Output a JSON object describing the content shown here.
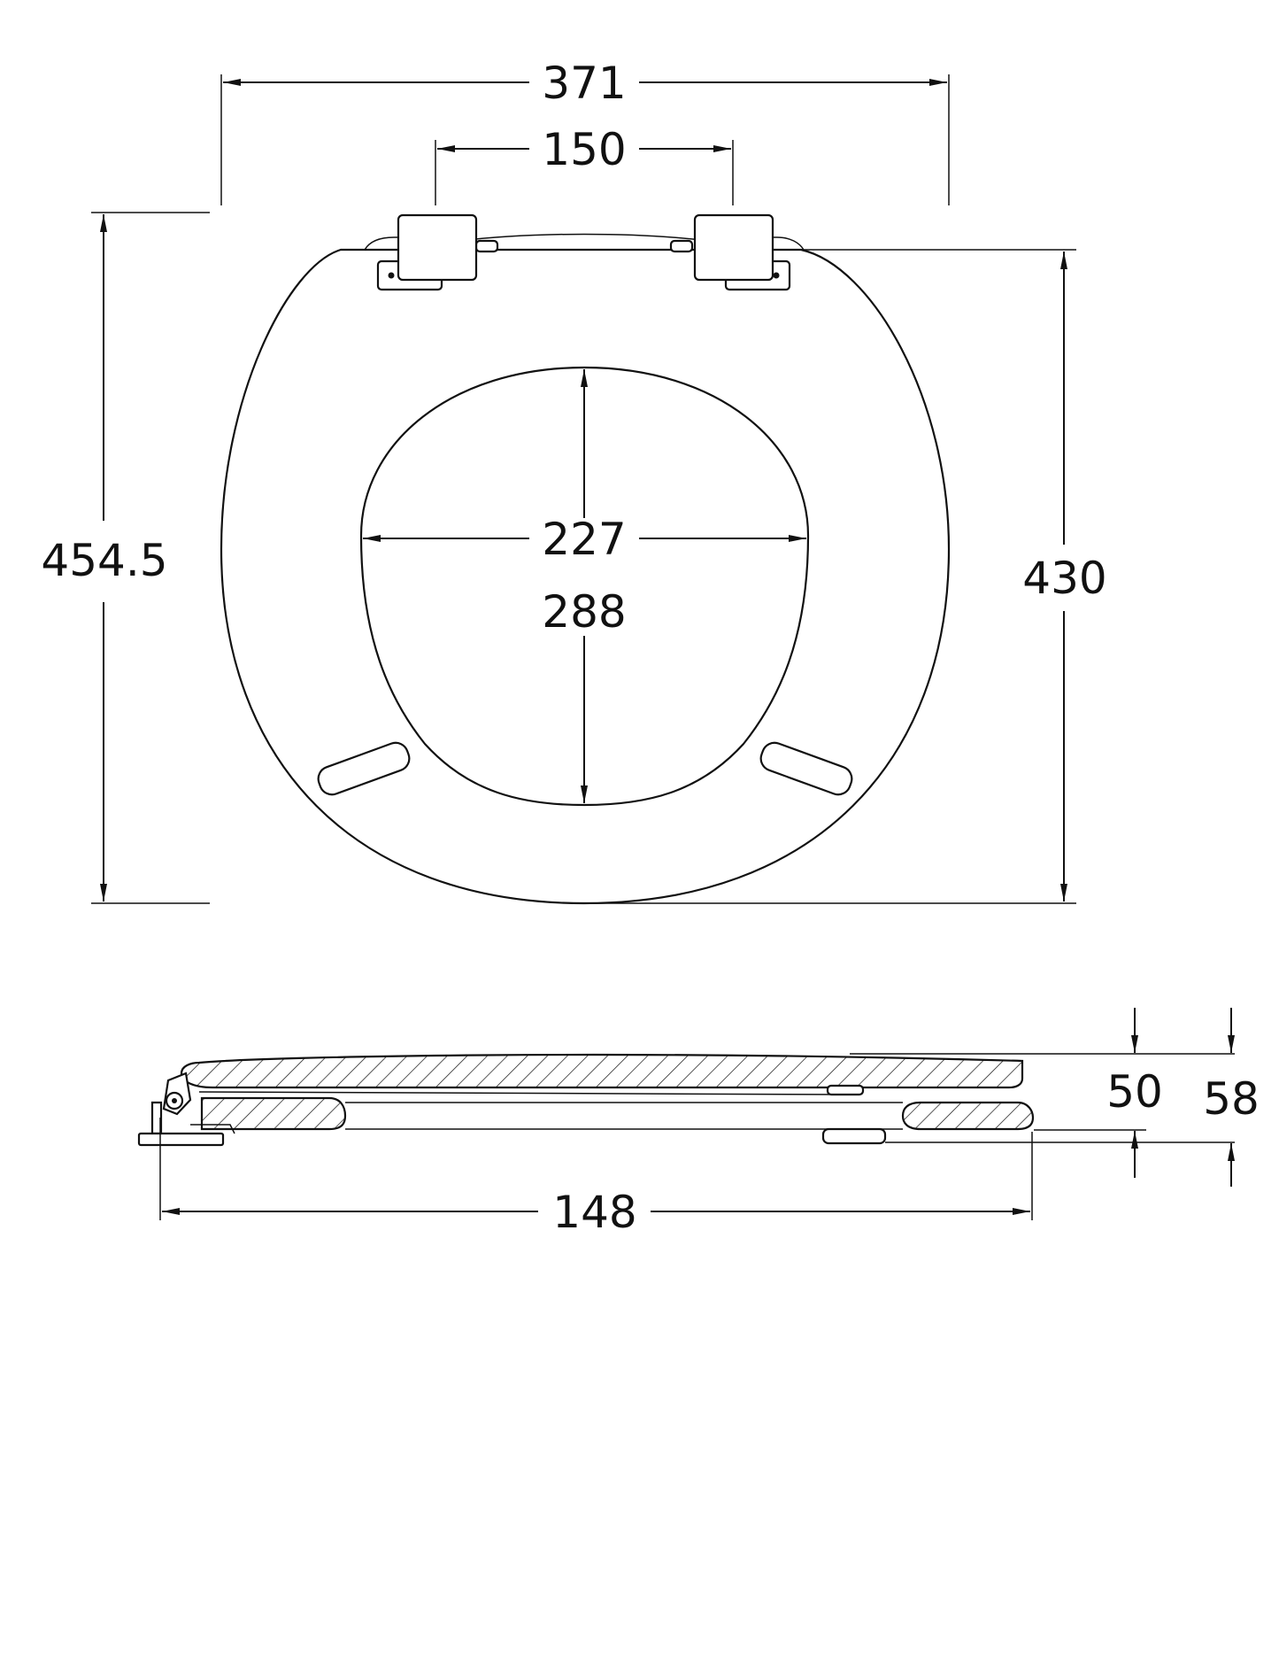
{
  "drawing": {
    "title": "Toilet seat dimension drawing",
    "units": "mm",
    "plan_view": {
      "overall_width": "371",
      "hinge_spacing": "150",
      "overall_length": "454.5",
      "seat_length": "430",
      "opening_width": "227",
      "opening_length": "288"
    },
    "side_view": {
      "seat_thickness": "50",
      "overall_height": "58",
      "depth": "148"
    }
  },
  "colors": {
    "line": "#111111",
    "background": "#ffffff"
  }
}
